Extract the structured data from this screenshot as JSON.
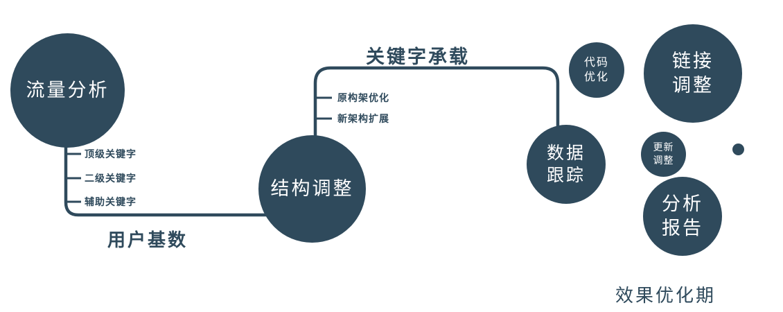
{
  "colors": {
    "accent": "#2f4a5c",
    "node_text": "#ffffff",
    "background": "#ffffff"
  },
  "nodes": {
    "traffic_analysis": {
      "label": "流量分析"
    },
    "structure_adjust": {
      "label": "结构调整"
    },
    "data_tracking": {
      "line1": "数据",
      "line2": "跟踪"
    },
    "code_optimize": {
      "line1": "代码",
      "line2": "优化"
    },
    "link_adjust": {
      "line1": "链接",
      "line2": "调整"
    },
    "update_adjust": {
      "line1": "更新",
      "line2": "调整"
    },
    "analysis_report": {
      "line1": "分析",
      "line2": "报告"
    }
  },
  "edge_labels": {
    "user_base": "用户基数",
    "keyword_carry": "关键字承载"
  },
  "branch_labels_left": [
    "顶级关键字",
    "二级关键字",
    "辅助关键字"
  ],
  "branch_labels_mid": [
    "原构架优化",
    "新架构扩展"
  ],
  "footer": {
    "label": "效果优化期"
  }
}
